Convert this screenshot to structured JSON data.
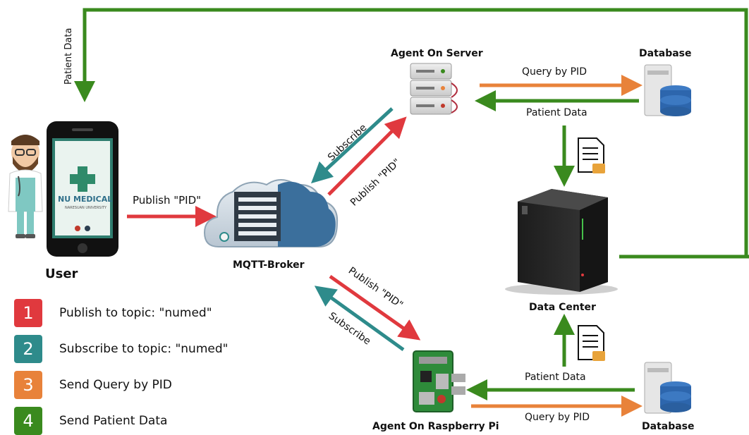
{
  "nodes": {
    "user": "User",
    "broker": "MQTT-Broker",
    "agent_server": "Agent On Server",
    "agent_pi": "Agent On Raspberry Pi",
    "database_top": "Database",
    "database_bottom": "Database",
    "data_center": "Data Center"
  },
  "phone": {
    "app_name": "NU MEDICAL",
    "app_subtitle": "NARESUAN UNIVERSITY"
  },
  "edges": {
    "patient_data_top": "Patient Data",
    "publish_user": "Publish \"PID\"",
    "subscribe_server": "Subscribe",
    "publish_server": "Publish \"PID\"",
    "publish_pi": "Publish \"PID\"",
    "subscribe_pi": "Subscribe",
    "query_top": "Query by PID",
    "patient_data_db_top": "Patient Data",
    "patient_data_db_bottom": "Patient Data",
    "query_bottom": "Query by PID"
  },
  "legend": [
    {
      "num": "1",
      "text": "Publish to topic: \"numed\"",
      "color": "#e0393e"
    },
    {
      "num": "2",
      "text": "Subscribe to topic: \"numed\"",
      "color": "#2e8b8b"
    },
    {
      "num": "3",
      "text": "Send Query by PID",
      "color": "#e8823a"
    },
    {
      "num": "4",
      "text": "Send Patient Data",
      "color": "#3a8a1e"
    }
  ],
  "colors": {
    "publish": "#e0393e",
    "subscribe": "#2e8b8b",
    "query": "#e8823a",
    "patient": "#3a8a1e"
  }
}
